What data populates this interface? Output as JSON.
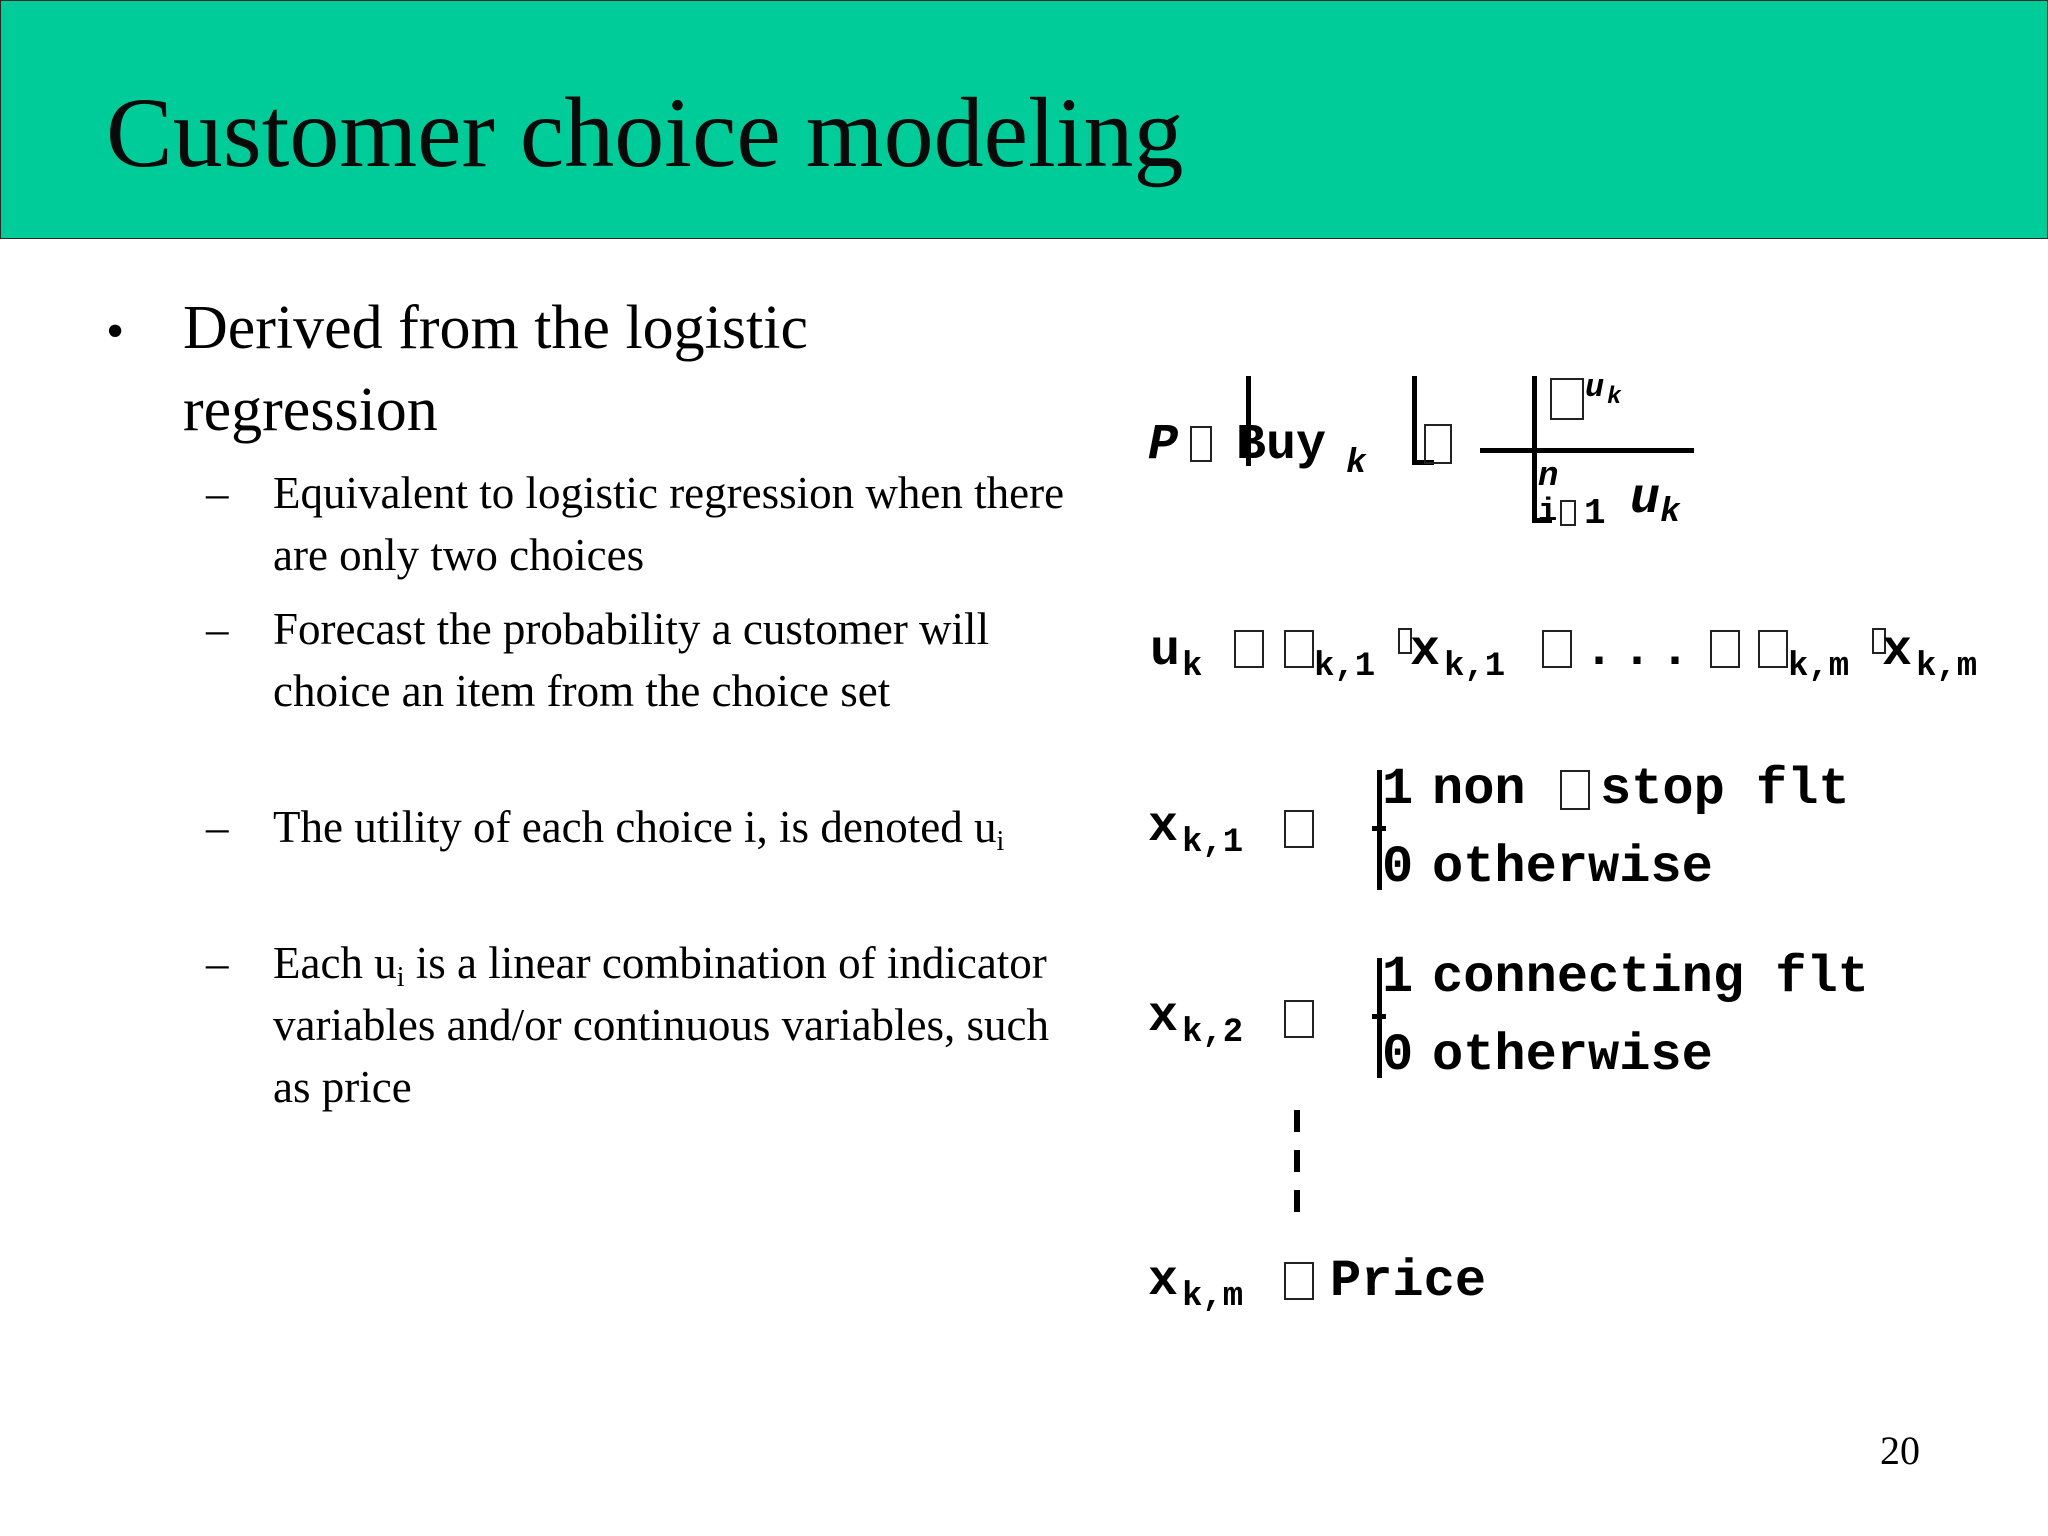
{
  "slide": {
    "title": "Customer choice modeling",
    "bullet": {
      "text": "Derived from the logistic regression",
      "sub_items": [
        {
          "text": "Equivalent to logistic regression when there are only two choices"
        },
        {
          "text": "Forecast the probability a customer will choice an item from the choice set"
        },
        {
          "text_before": "The utility of each choice i, is denoted u",
          "subscript": "i",
          "text_after": ""
        },
        {
          "text_before": "Each u",
          "subscript": "i",
          "text_after": " is a linear combination of indicator variables and/or continuous variables, such as price"
        }
      ]
    },
    "page_number": "20"
  },
  "equations": {
    "prob": {
      "p": "P",
      "buy": "Buy",
      "k": "k",
      "num_sup": "u",
      "num_sub": "k",
      "den_n": "n",
      "den_i1": "i",
      "den_1": "1",
      "den_u": "u",
      "den_k": "k"
    },
    "utility": {
      "u": "u",
      "k": "k",
      "sub1": "k,1",
      "x1": "x",
      "x1sub": "k,1",
      "dots": "...",
      "subm": "k,m",
      "xm": "x",
      "xmsub": "k,m"
    },
    "x1": {
      "x": "x",
      "sub": "k,1",
      "case1_val": "1",
      "case1_a": "non",
      "case1_b": "stop flt",
      "case2_val": "0",
      "case2_text": "otherwise"
    },
    "x2": {
      "x": "x",
      "sub": "k,2",
      "case1_val": "1",
      "case1_text": "connecting flt",
      "case2_val": "0",
      "case2_text": "otherwise"
    },
    "xm": {
      "x": "x",
      "sub": "k,m",
      "value": "Price"
    }
  }
}
